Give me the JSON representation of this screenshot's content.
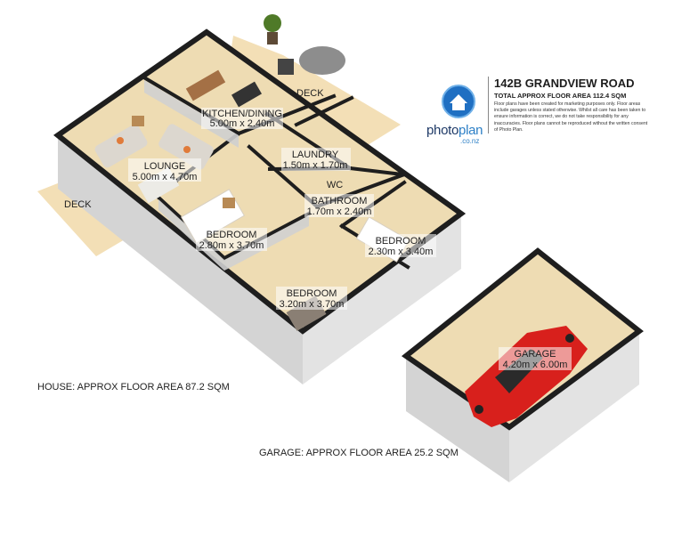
{
  "header": {
    "address": "142B GRANDVIEW ROAD",
    "total_area": "TOTAL APPROX FLOOR AREA 112.4 SQM",
    "disclaimer": "Floor plans have been created for marketing purposes only. Floor areas include garages unless stated otherwise. Whilst all care has been taken to ensure information is correct, we do not take responsibility for any inaccuracies. Floor plans cannot be reproduced without the written consent of Photo Plan."
  },
  "logo": {
    "word_main": "photo",
    "word_accent": "plan",
    "tld": ".co.nz",
    "icon": "house-icon"
  },
  "rooms": {
    "kitchen": {
      "name": "KITCHEN/DINING",
      "size": "5.00m x 2.40m"
    },
    "lounge": {
      "name": "LOUNGE",
      "size": "5.00m x 4.70m"
    },
    "laundry": {
      "name": "LAUNDRY",
      "size": "1.50m x 1.70m"
    },
    "wc": {
      "name": "WC"
    },
    "bathroom": {
      "name": "BATHROOM",
      "size": "1.70m x 2.40m"
    },
    "bedroom_1": {
      "name": "BEDROOM",
      "size": "2.80m x 3.70m"
    },
    "bedroom_2": {
      "name": "BEDROOM",
      "size": "2.30m x 3.40m"
    },
    "bedroom_3": {
      "name": "BEDROOM",
      "size": "3.20m x 3.70m"
    },
    "garage": {
      "name": "GARAGE",
      "size": "4.20m x 6.00m"
    },
    "deck_top": {
      "name": "DECK"
    },
    "deck_left": {
      "name": "DECK"
    }
  },
  "areas": {
    "house": "HOUSE: APPROX FLOOR AREA 87.2 SQM",
    "garage": "GARAGE: APPROX FLOOR AREA 25.2 SQM"
  },
  "colors": {
    "floor": "#eedcb3",
    "wall_top": "#1e1e1e",
    "wall_side": "#d4d4d4",
    "deck": "#f3dfb6",
    "car": "#d8201c",
    "logo_blue": "#1f3a67",
    "logo_accent": "#2c7fc6"
  }
}
